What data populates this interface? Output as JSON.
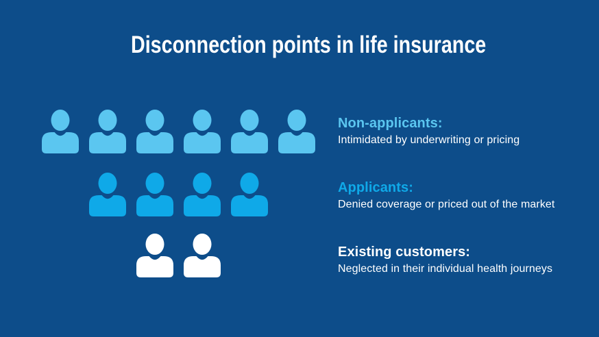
{
  "page": {
    "title": "Disconnection points in life insurance",
    "background_color": "#0D4D8A",
    "title_color": "#FFFFFF"
  },
  "groups": [
    {
      "name": "non-applicants",
      "icon_count": 6,
      "icon_color": "#5BC6F0",
      "label": "Non-applicants:",
      "label_color": "#5BC6F0",
      "description": "Intimidated by underwriting or pricing",
      "description_color": "#FFFFFF"
    },
    {
      "name": "applicants",
      "icon_count": 4,
      "icon_color": "#0FA9E8",
      "label": "Applicants:",
      "label_color": "#0FA9E8",
      "description": "Denied coverage or priced out of the market",
      "description_color": "#FFFFFF"
    },
    {
      "name": "existing-customers",
      "icon_count": 2,
      "icon_color": "#FFFFFF",
      "label": "Existing customers:",
      "label_color": "#FFFFFF",
      "description": "Neglected in their individual health journeys",
      "description_color": "#FFFFFF"
    }
  ]
}
